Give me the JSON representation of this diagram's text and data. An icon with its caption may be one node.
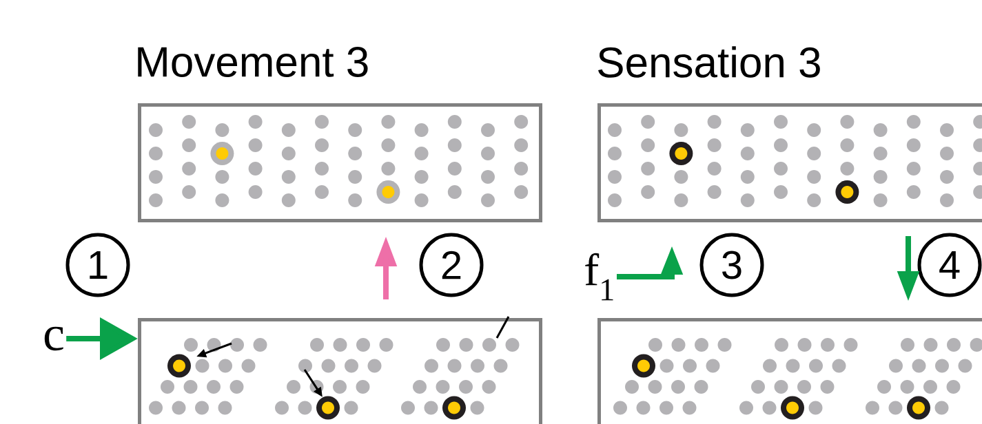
{
  "diagram": {
    "nodes": [
      {
        "text": [
          "Movement 3"
        ]
      },
      {
        "text": [
          "Sensation 3"
        ]
      },
      {
        "text": [],
        "shape": "box"
      },
      {
        "text": [],
        "shape": "box"
      },
      {
        "text": [
          "c"
        ]
      },
      {
        "text": [
          "f$_{1}$"
        ]
      }
    ],
    "edges": [
      {
        "from": 4,
        "to": 2,
        "arrow": "to"
      },
      {
        "from": 2,
        "to": 0,
        "arrow": "to",
        "color": "#ee6fa8"
      },
      {
        "from": 5,
        "to": 1,
        "arrow": "to"
      },
      {
        "from": 1,
        "to": 3,
        "arrow": "to"
      }
    ],
    "labels": [
      "1",
      "2",
      "3",
      "4"
    ]
  }
}
